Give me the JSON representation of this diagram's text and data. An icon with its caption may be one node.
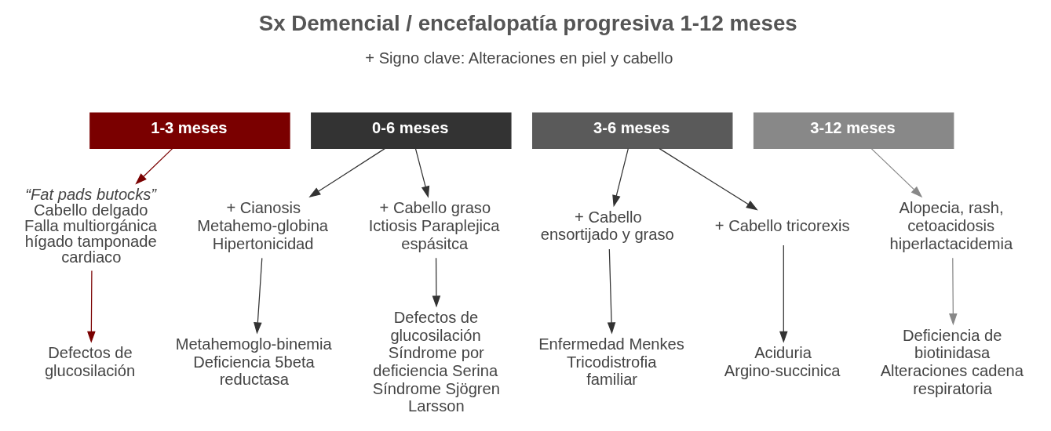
{
  "diagram": {
    "title": "Sx Demencial / encefalopatía progresiva 1-12 meses",
    "nodes": [
      {
        "text": [
          "1-3 meses"
        ]
      },
      {
        "text": [
          "0-6 meses"
        ]
      },
      {
        "text": [
          "3-6 meses"
        ]
      },
      {
        "text": [
          "3-12 meses"
        ]
      },
      {
        "text": [
          "“Fat pads butocks”",
          "Cabello delgado Falla multiorgánica hígado tamponade cardiaco"
        ]
      },
      {
        "text": [
          "Defectos de glucosilación"
        ]
      },
      {
        "text": [
          "+ Cianosis Metahemo-globina Hipertonicidad"
        ]
      },
      {
        "text": [
          "Metahemoglo-binemia Deficiencia 5beta reductasa"
        ]
      },
      {
        "text": [
          "+ Cabello graso Ictiosis Paraplejica espásitca"
        ]
      },
      {
        "text": [
          "Defectos de glucosilación Síndrome por deficiencia Serina Síndrome Sjögren Larsson"
        ]
      },
      {
        "text": [
          "+ Cabello ensortijado y graso"
        ]
      },
      {
        "text": [
          "Enfermedad Menkes Tricodistrofia familiar"
        ]
      },
      {
        "text": [
          "+ Cabello tricorexis"
        ]
      },
      {
        "text": [
          "Aciduria Argino-succinica"
        ]
      },
      {
        "text": [
          "Alopecia, rash, cetoacidosis hiperlactacidemia"
        ]
      },
      {
        "text": [
          "Deficiencia de biotinidasa Alteraciones cadena respiratoria"
        ]
      }
    ],
    "edges": [
      {
        "from": 0,
        "to": 4,
        "arrow": "to",
        "color": "#7a0000"
      },
      {
        "from": 4,
        "to": 5,
        "arrow": "to",
        "color": "#7a0000"
      },
      {
        "from": 1,
        "to": 6,
        "arrow": "to"
      },
      {
        "from": 6,
        "to": 7,
        "arrow": "to"
      },
      {
        "from": 1,
        "to": 8,
        "arrow": "to"
      },
      {
        "from": 8,
        "to": 9,
        "arrow": "to"
      },
      {
        "from": 2,
        "to": 10,
        "arrow": "to"
      },
      {
        "from": 10,
        "to": 11,
        "arrow": "to"
      },
      {
        "from": 2,
        "to": 12,
        "arrow": "to"
      },
      {
        "from": 12,
        "to": 13,
        "arrow": "to"
      },
      {
        "from": 3,
        "to": 14,
        "arrow": "to",
        "color": "#888888"
      },
      {
        "from": 14,
        "to": 15,
        "arrow": "to",
        "color": "#888888"
      }
    ],
    "labels": [
      "+ Signo clave: Alteraciones en piel y cabello"
    ]
  }
}
